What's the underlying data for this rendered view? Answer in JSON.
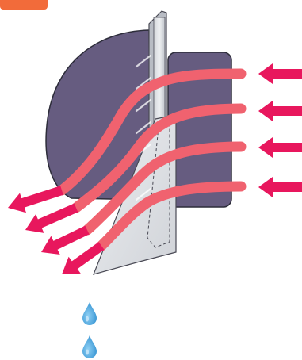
{
  "diagram": {
    "colors": {
      "background": "#ffffff",
      "fan_body": "#665c80",
      "fan_outline": "#2d2d3a",
      "panel_face": "#e6e7ea",
      "panel_shadow": "#b8bcc4",
      "panel_outline": "#4a4a55",
      "airflow_internal": "#f0626f",
      "airflow_arrow": "#e8175d",
      "droplet": "#4aa6dd",
      "droplet_highlight": "#cfeafb",
      "top_tab": "#f26b3a"
    },
    "inflow_arrow_count": 4,
    "outflow_arrow_count": 4,
    "internal_stream_count": 4,
    "droplet_count": 2,
    "icons": {
      "inflow": "arrow-left-icon",
      "outflow": "arrow-down-left-icon",
      "condensate": "water-drop-icon"
    }
  }
}
